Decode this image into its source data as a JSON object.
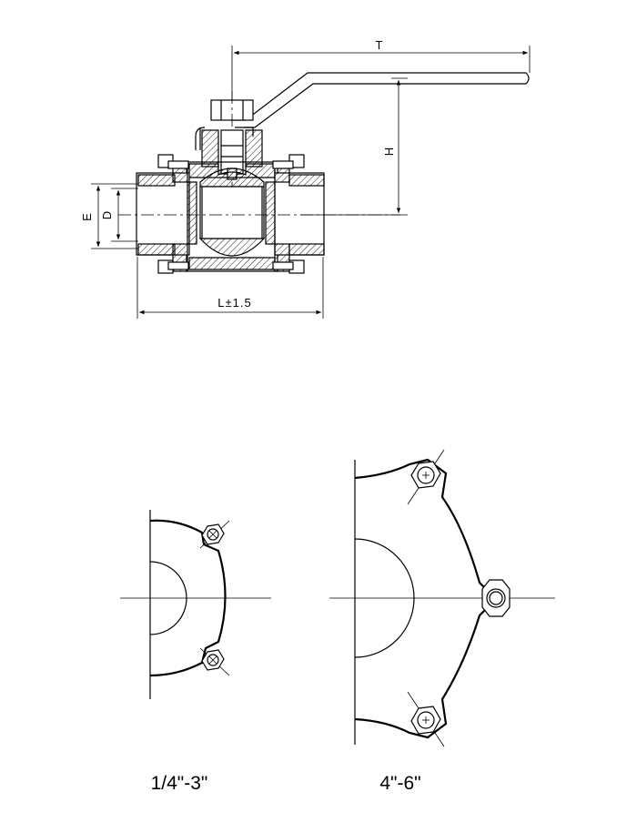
{
  "dimensions": {
    "T": "T",
    "H": "H",
    "E": "E",
    "D": "D",
    "L": "L±1.5"
  },
  "captions": {
    "small": "1/4\"-3\"",
    "large": "4\"-6\""
  }
}
